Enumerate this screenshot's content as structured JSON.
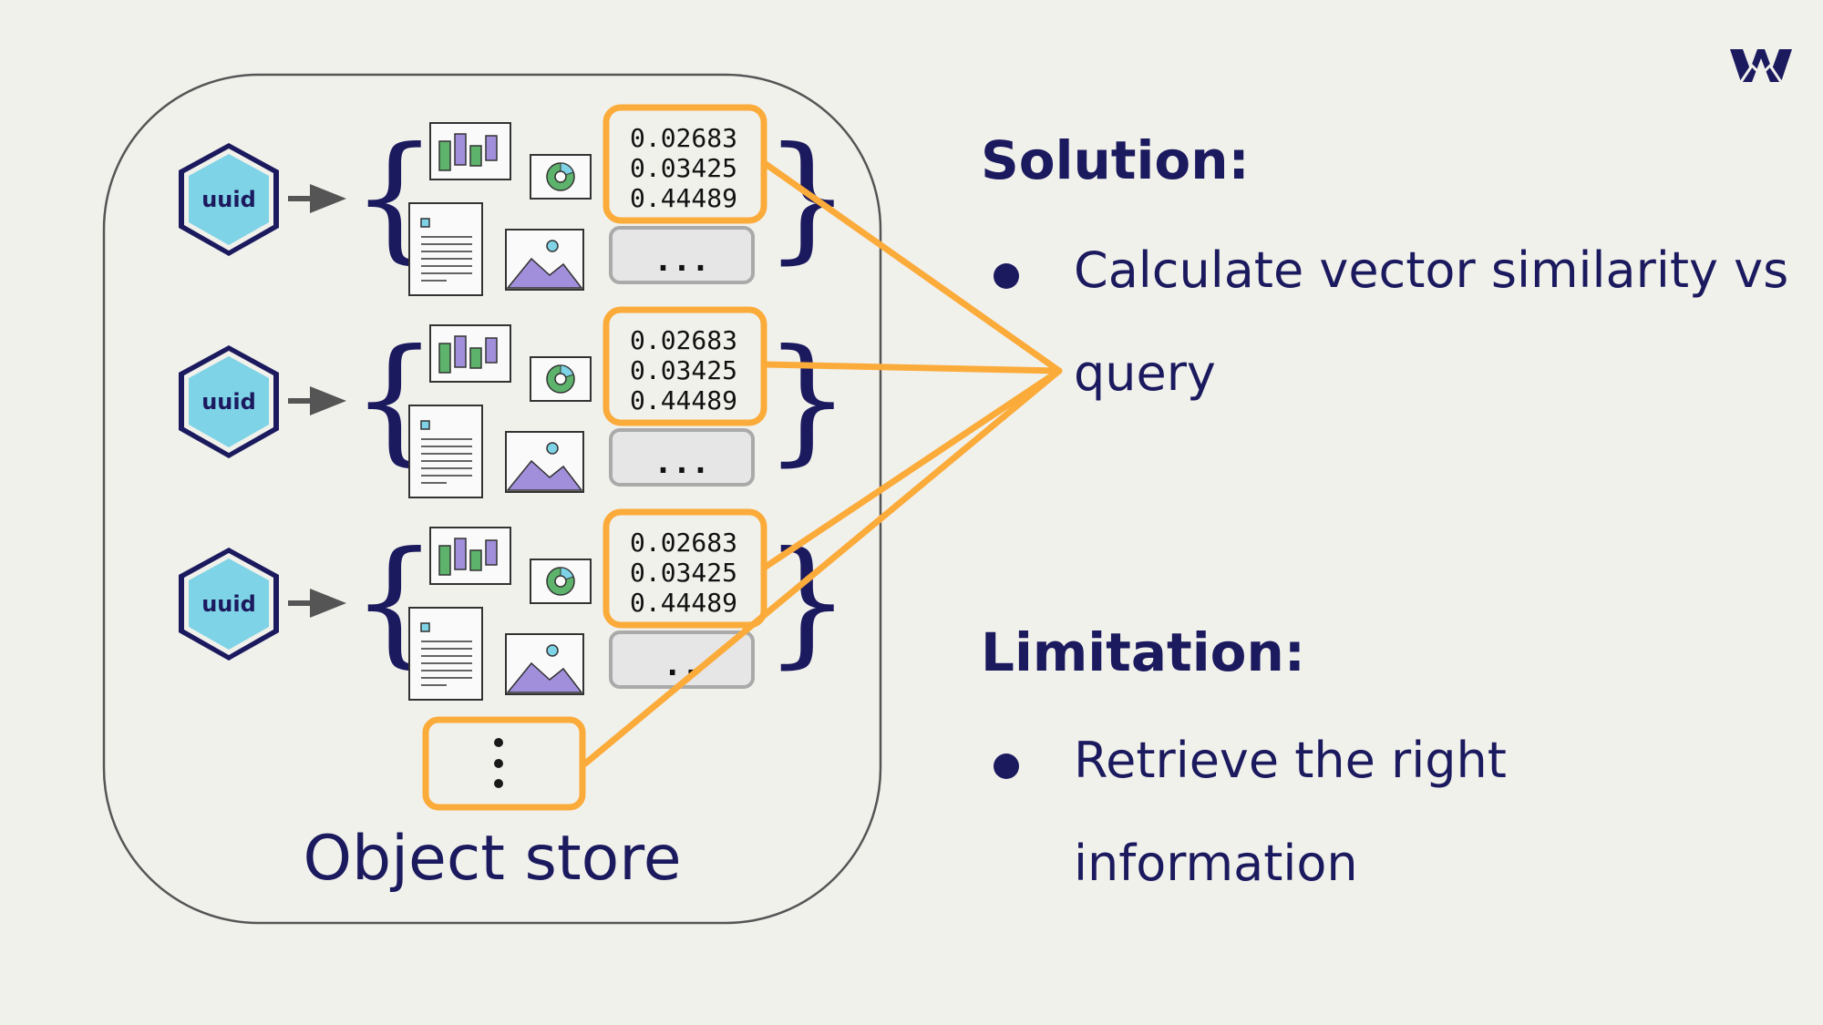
{
  "object_store": {
    "label": "Object store",
    "entries": [
      {
        "id_label": "uuid",
        "vector": [
          "0.02683",
          "0.03425",
          "0.44489"
        ],
        "more_label": "..."
      },
      {
        "id_label": "uuid",
        "vector": [
          "0.02683",
          "0.03425",
          "0.44489"
        ],
        "more_label": "..."
      },
      {
        "id_label": "uuid",
        "vector": [
          "0.02683",
          "0.03425",
          "0.44489"
        ],
        "more_label": ".."
      }
    ]
  },
  "solution": {
    "heading": "Solution:",
    "bullets": [
      "Calculate vector similarity vs query"
    ]
  },
  "limitation": {
    "heading": "Limitation:",
    "bullets": [
      "Retrieve the right information"
    ]
  },
  "colors": {
    "navy": "#1c1a5e",
    "orange": "#fbab3a",
    "cyan": "#7ed3e6",
    "green": "#5db36b",
    "purple": "#a18fdb",
    "gray_box": "#e6e6e6",
    "background": "#f1f1ec"
  },
  "icons": [
    "uuid-hexagon-icon",
    "arrow-icon",
    "bar-chart-icon",
    "donut-chart-icon",
    "document-icon",
    "image-icon",
    "vertical-ellipsis-icon",
    "weaviate-logo"
  ]
}
